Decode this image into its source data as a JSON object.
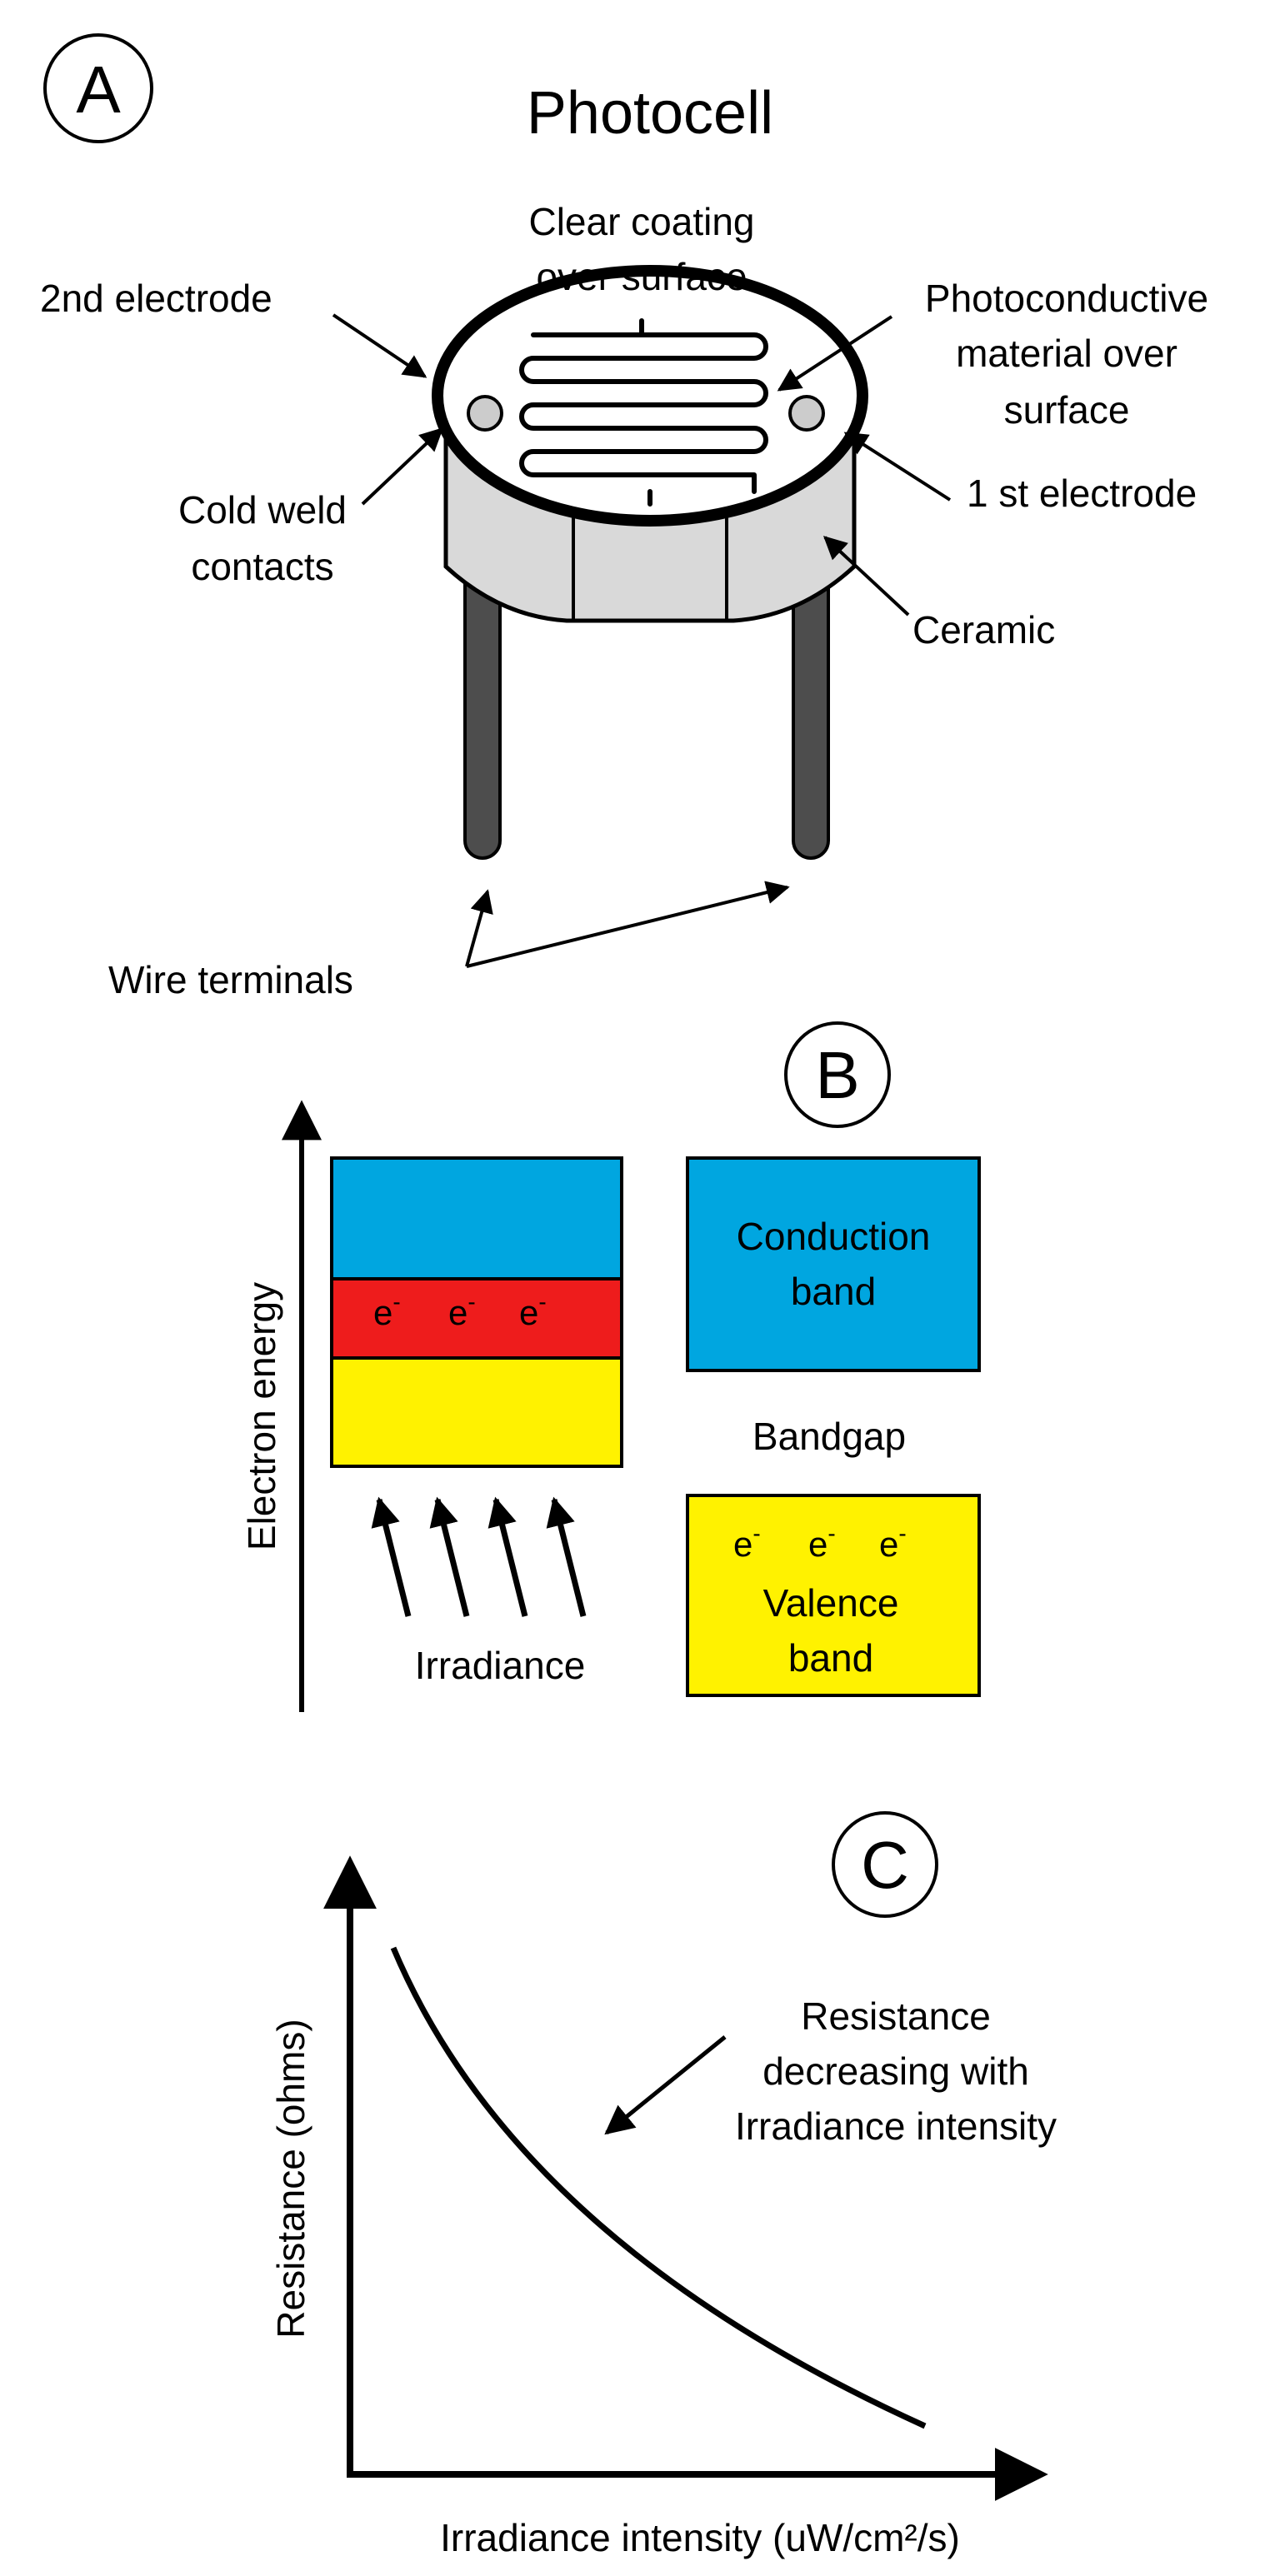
{
  "panel_a": {
    "letter": "A",
    "title": "Photocell",
    "labels": {
      "clear_coating_1": "Clear coating",
      "clear_coating_2": "over surface",
      "second_electrode": "2nd electrode",
      "photoconductive_1": "Photoconductive",
      "photoconductive_2": "material over",
      "photoconductive_3": "surface",
      "cold_weld_1": "Cold weld",
      "cold_weld_2": "contacts",
      "first_electrode": "1 st electrode",
      "ceramic": "Ceramic",
      "wire_terminals": "Wire terminals"
    }
  },
  "panel_b": {
    "letter": "B",
    "y_axis_label": "Electron energy",
    "electron_symbol": "e",
    "electron_superscript": "-",
    "irradiance": "Irradiance",
    "bandgap": "Bandgap",
    "conduction_band_1": "Conduction",
    "conduction_band_2": "band",
    "valence_band_1": "Valence",
    "valence_band_2": "band",
    "colors": {
      "conduction": "#00A6E0",
      "electrons": "#EE1C1C",
      "valence": "#FFF200"
    }
  },
  "panel_c": {
    "letter": "C",
    "y_axis_label": "Resistance (ohms)",
    "x_axis_label": "Irradiance intensity (uW/cm²/s)",
    "annotation_1": "Resistance",
    "annotation_2": "decreasing with",
    "annotation_3": "Irradiance intensity"
  },
  "colors": {
    "ceramic": "#D9D9D9",
    "terminal": "#4D4D4D",
    "contact": "#CCCCCC"
  }
}
